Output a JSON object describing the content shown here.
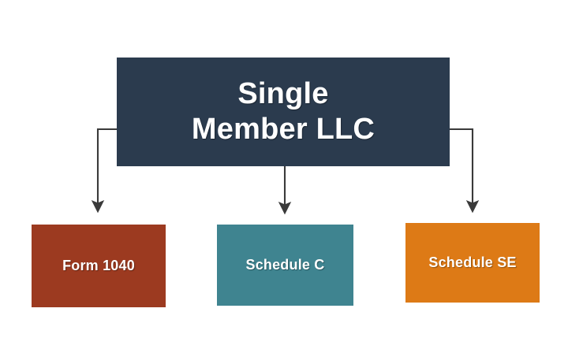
{
  "diagram": {
    "background_color": "#FFFFFF",
    "connector_color": "#3A3A3A",
    "root": {
      "id": "single-member-llc",
      "label": "Single\nMember LLC",
      "text_line_1": "Single",
      "text_line_2": "Member LLC",
      "fill_color": "#2B3B4E",
      "text_color": "#FFFFFF"
    },
    "children": [
      {
        "id": "form-1040",
        "label": "Form 1040",
        "fill_color": "#9C3A20",
        "text_color": "#FFFFFF",
        "connector": "elbow-left"
      },
      {
        "id": "schedule-c",
        "label": "Schedule C",
        "fill_color": "#3F8490",
        "text_color": "#FFFFFF",
        "connector": "straight-down"
      },
      {
        "id": "schedule-se",
        "label": "Schedule SE",
        "fill_color": "#DD7A16",
        "text_color": "#FFFFFF",
        "connector": "elbow-right"
      }
    ]
  }
}
